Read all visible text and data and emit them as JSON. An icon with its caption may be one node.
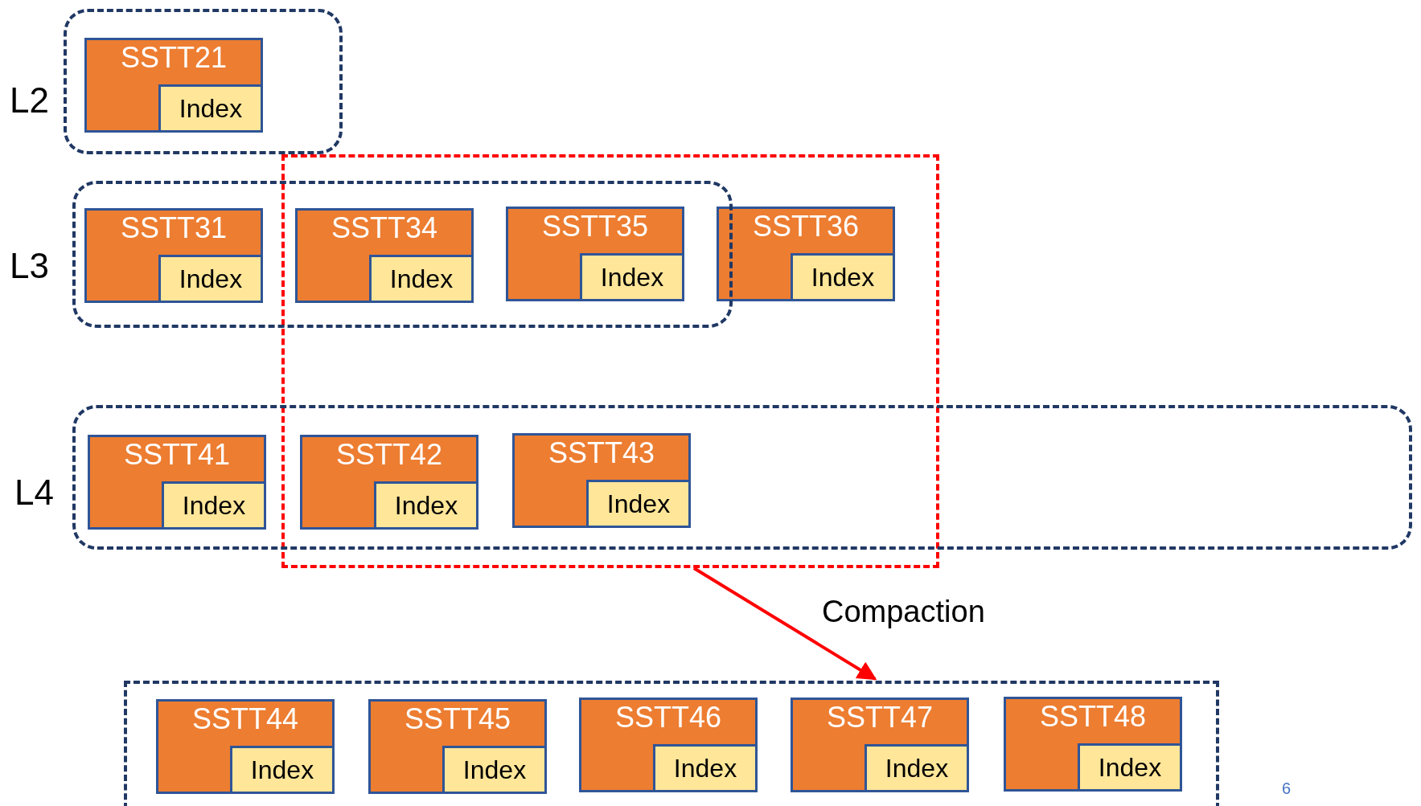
{
  "diagram": {
    "nodes": [
      {
        "text": [],
        "shape": "box",
        "beside": [
          "L2"
        ]
      },
      {
        "text": [
          "SSTT21"
        ],
        "in": 0
      },
      {
        "text": [
          "Index"
        ],
        "in": 1
      },
      {
        "text": [],
        "shape": "box"
      },
      {
        "text": [],
        "shape": "box",
        "beside": [
          "L3"
        ]
      },
      {
        "text": [
          "SSTT31"
        ],
        "in": 4
      },
      {
        "text": [
          "Index"
        ],
        "in": 5
      },
      {
        "text": [
          "SSTT34"
        ]
      },
      {
        "text": [
          "Index"
        ],
        "in": 7
      },
      {
        "text": [
          "SSTT35"
        ]
      },
      {
        "text": [
          "Index"
        ],
        "in": 9
      },
      {
        "text": [
          "SSTT36"
        ],
        "in": 3
      },
      {
        "text": [
          "Index"
        ],
        "in": 11
      },
      {
        "text": [],
        "shape": "box",
        "beside": [
          "L4"
        ]
      },
      {
        "text": [
          "SSTT41"
        ],
        "in": 13
      },
      {
        "text": [
          "Index"
        ],
        "in": 14
      },
      {
        "text": [
          "SSTT42"
        ]
      },
      {
        "text": [
          "Index"
        ],
        "in": 16
      },
      {
        "text": [
          "SSTT43"
        ]
      },
      {
        "text": [
          "Index"
        ],
        "in": 18
      },
      {
        "text": [],
        "shape": "box"
      },
      {
        "text": [
          "SSTT44"
        ],
        "in": 20
      },
      {
        "text": [
          "Index"
        ],
        "in": 21
      },
      {
        "text": [
          "SSTT45"
        ],
        "in": 20
      },
      {
        "text": [
          "Index"
        ],
        "in": 23
      },
      {
        "text": [
          "SSTT46"
        ],
        "in": 20
      },
      {
        "text": [
          "Index"
        ],
        "in": 25
      },
      {
        "text": [
          "SSTT47"
        ],
        "in": 20
      },
      {
        "text": [
          "Index"
        ],
        "in": 27
      },
      {
        "text": [
          "SSTT48"
        ],
        "in": 20
      },
      {
        "text": [
          "Index"
        ],
        "in": 29
      }
    ],
    "edges": [
      {
        "from": 3,
        "to": 20,
        "arrow": "to",
        "label": "Compaction",
        "color": "#ff0000"
      }
    ],
    "labels": [
      "6"
    ]
  }
}
